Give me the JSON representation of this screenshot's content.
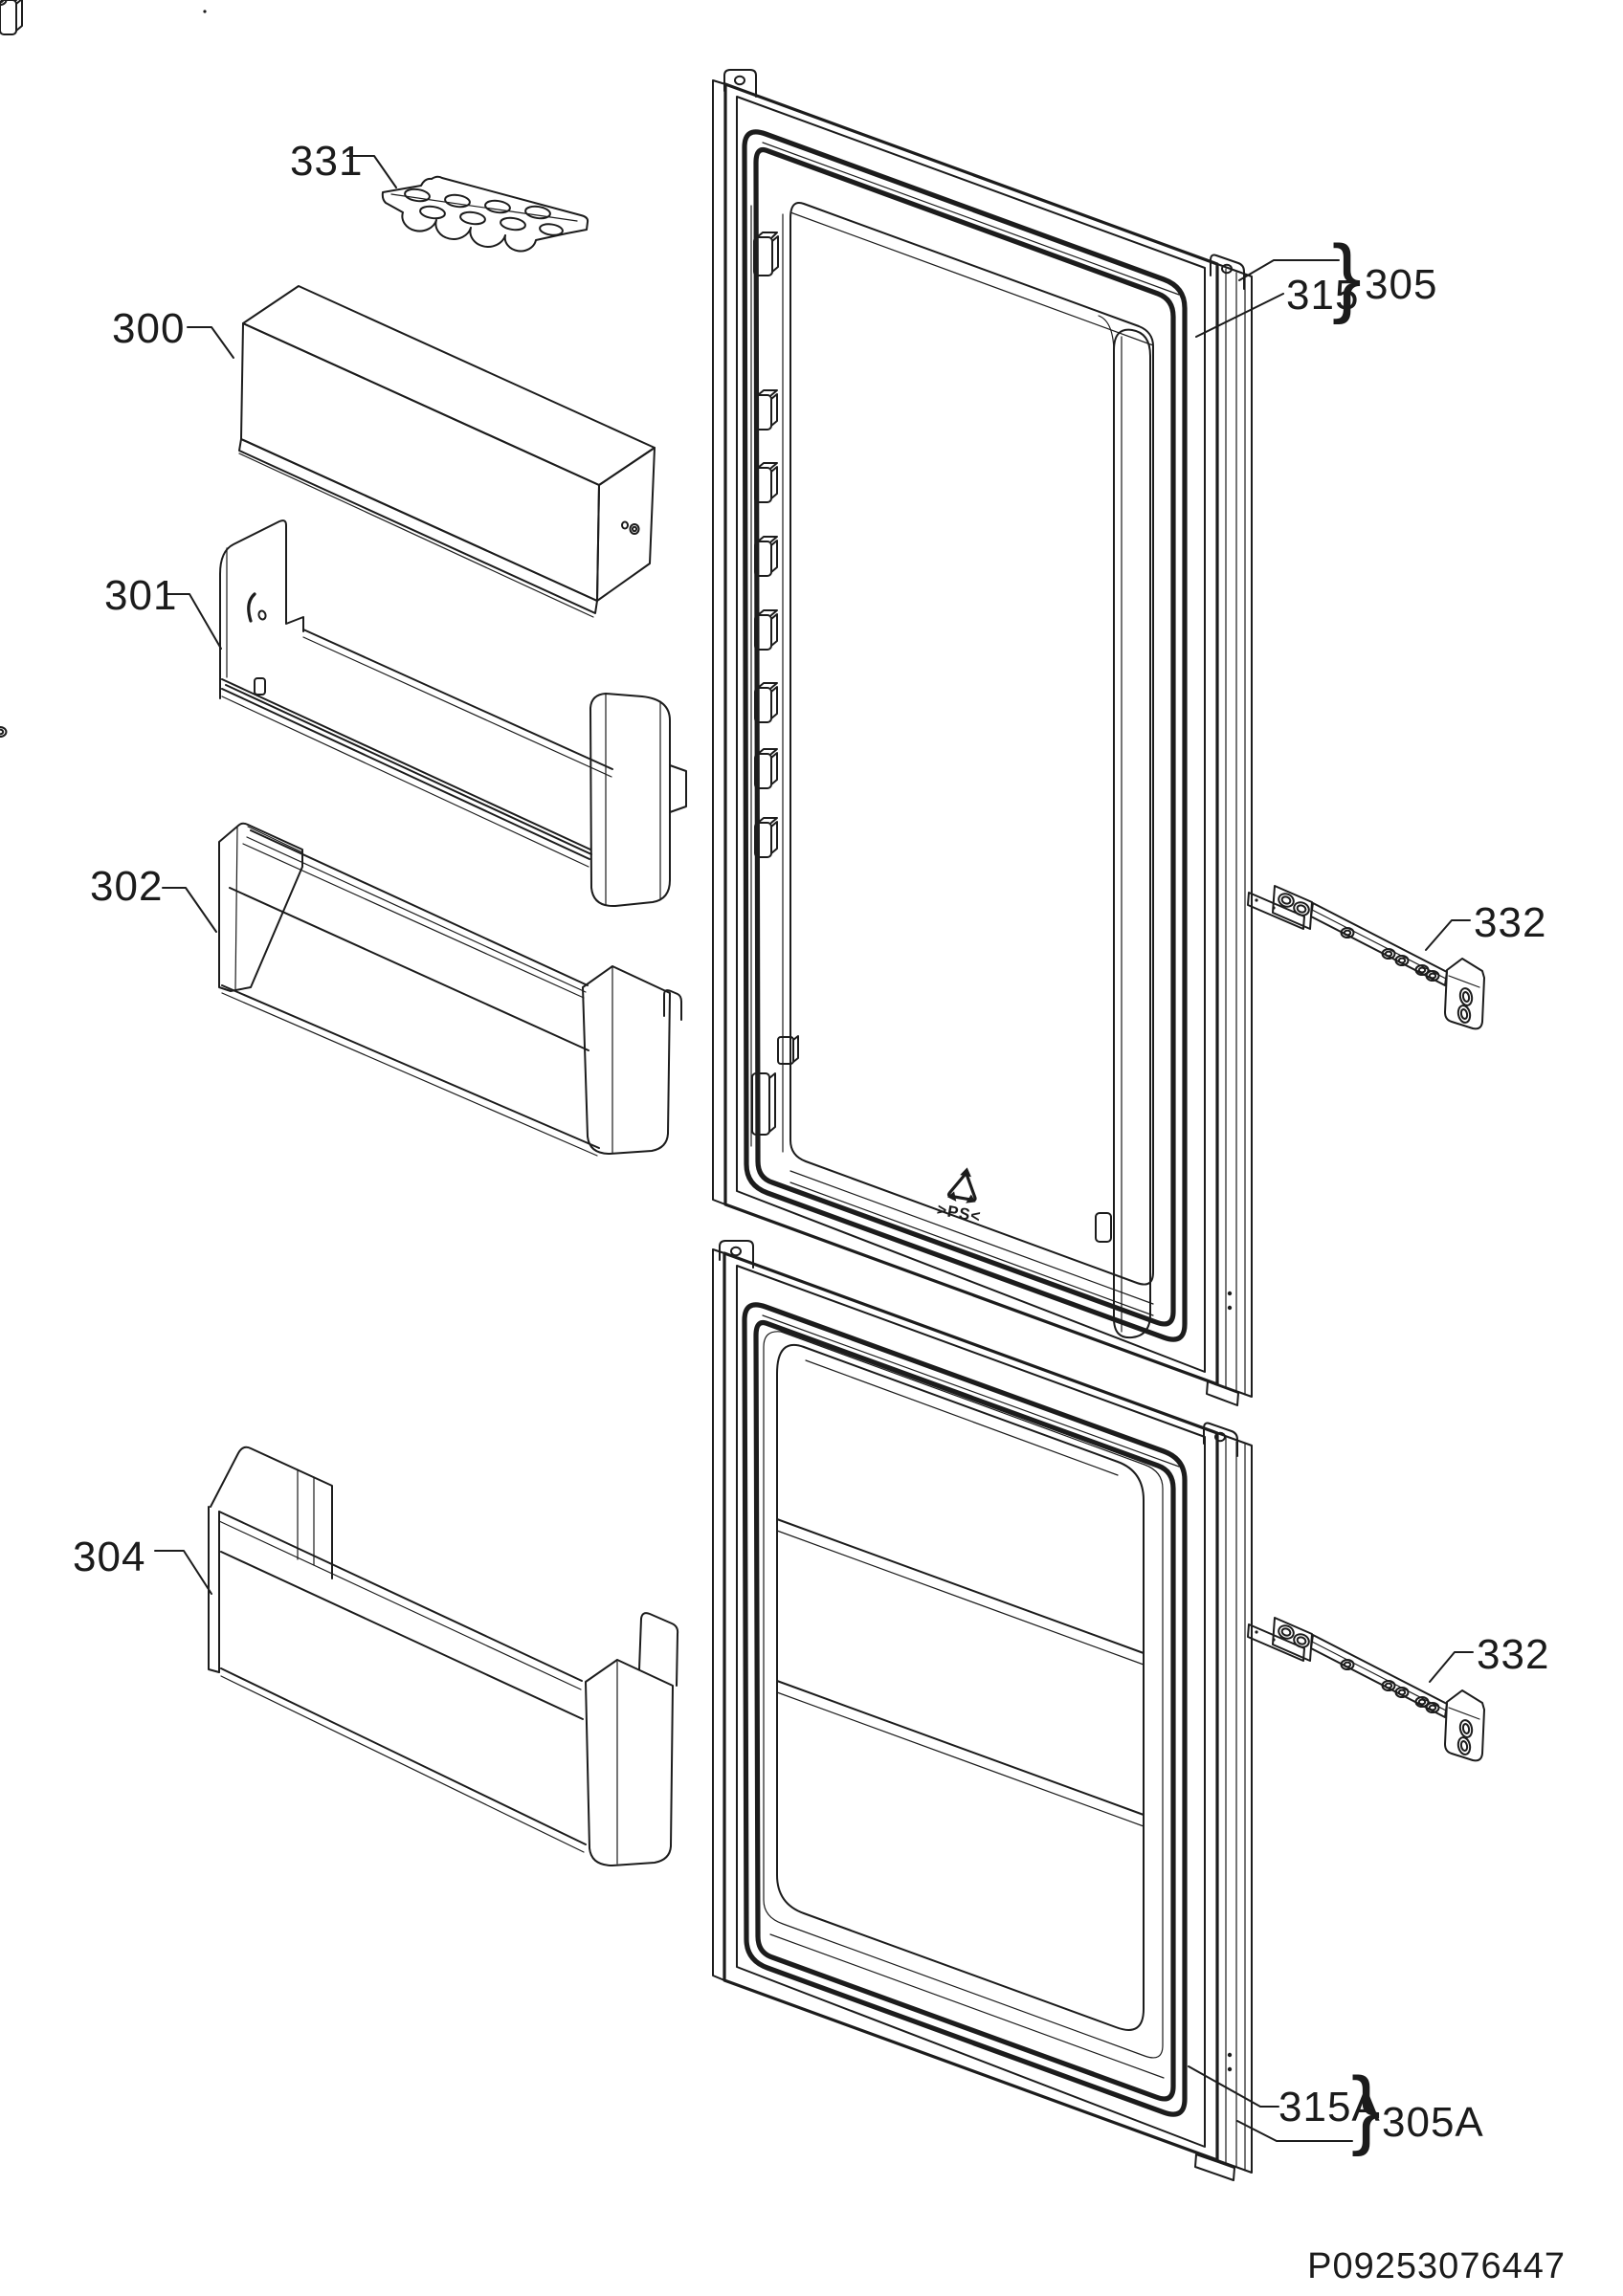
{
  "drawing": {
    "labels": {
      "p331": "331",
      "p300": "300",
      "p301": "301",
      "p302": "302",
      "p304": "304",
      "p315": "315",
      "p305": "305",
      "p332_upper": "332",
      "p332_lower": "332",
      "p315a": "315A",
      "p305a": "305A"
    },
    "braces": {
      "upper": "}",
      "lower": "}"
    },
    "recycling_mark": ">PS<",
    "document_code": "P09253076447",
    "colors": {
      "line": "#1c1c1c",
      "background": "#ffffff"
    }
  }
}
